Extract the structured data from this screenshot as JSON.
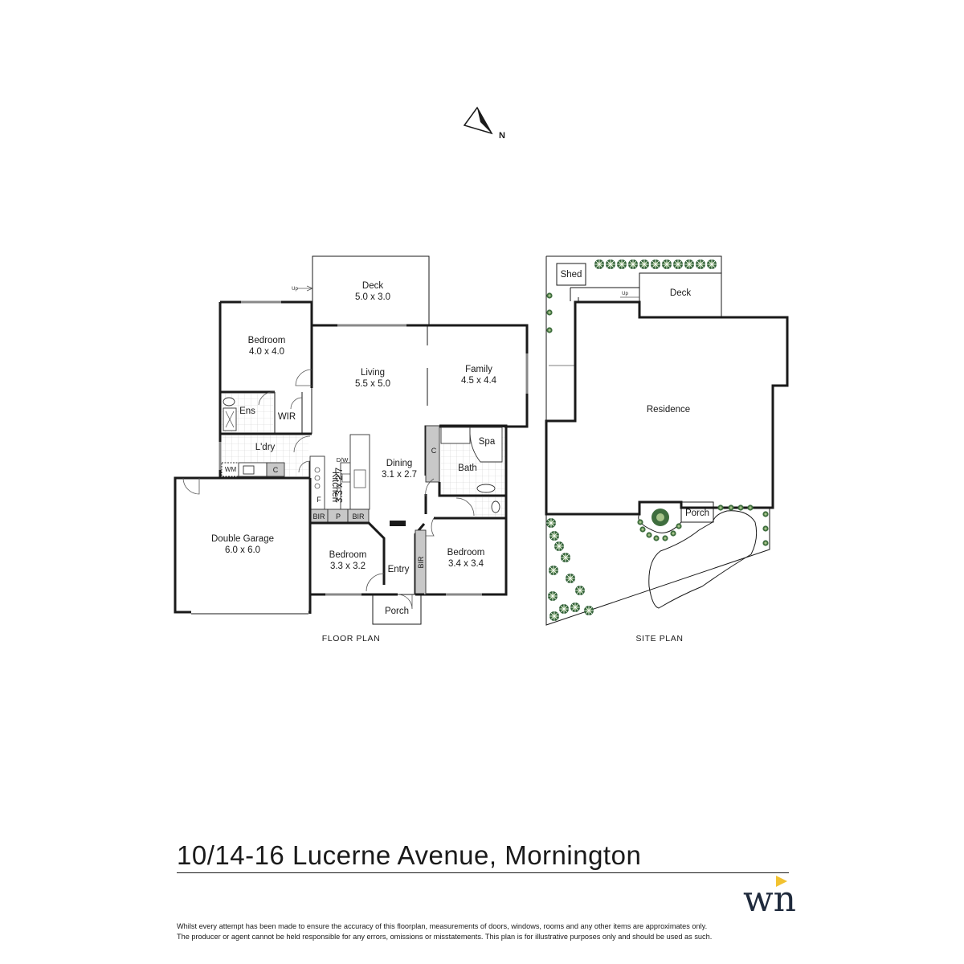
{
  "north": {
    "label": "N"
  },
  "floor_plan": {
    "caption": "FLOOR PLAN",
    "rooms": {
      "deck": {
        "name": "Deck",
        "dims": "5.0 x 3.0"
      },
      "bedroom1": {
        "name": "Bedroom",
        "dims": "4.0 x 4.0"
      },
      "living": {
        "name": "Living",
        "dims": "5.5 x 5.0"
      },
      "family": {
        "name": "Family",
        "dims": "4.5 x 4.4"
      },
      "ensuite": {
        "name": "Ens"
      },
      "wir": {
        "name": "WIR"
      },
      "laundry": {
        "name": "L'dry"
      },
      "wm": {
        "name": "WM"
      },
      "c_laundry": {
        "name": "C"
      },
      "kitchen": {
        "name": "Kitchen",
        "dims": "3.3 x 2.7"
      },
      "dw": {
        "name": "D/W"
      },
      "fridge": {
        "name": "F"
      },
      "dining": {
        "name": "Dining",
        "dims": "3.1 x 2.7"
      },
      "c_hall": {
        "name": "C"
      },
      "spa": {
        "name": "Spa"
      },
      "bath": {
        "name": "Bath"
      },
      "garage": {
        "name": "Double Garage",
        "dims": "6.0 x 6.0"
      },
      "bir1": {
        "name": "BIR"
      },
      "pantry": {
        "name": "P"
      },
      "bir2": {
        "name": "BIR"
      },
      "bedroom2": {
        "name": "Bedroom",
        "dims": "3.3 x 3.2"
      },
      "entry": {
        "name": "Entry"
      },
      "bir3": {
        "name": "BIR"
      },
      "bedroom3": {
        "name": "Bedroom",
        "dims": "3.4 x 3.4"
      },
      "porch": {
        "name": "Porch"
      },
      "up": {
        "name": "Up"
      }
    }
  },
  "site_plan": {
    "caption": "SITE PLAN",
    "shed": "Shed",
    "deck": "Deck",
    "up": "Up",
    "residence": "Residence",
    "porch": "Porch"
  },
  "address": "10/14-16 Lucerne Avenue, Mornington",
  "logo": {
    "text": "wn",
    "accent_color": "#f2c230",
    "color": "#1f2a3c"
  },
  "disclaimer": {
    "line1": "Whilst every attempt has been made to ensure the accuracy of this floorplan, measurements of doors, windows, rooms and any other items are approximates only.",
    "line2": "The producer or agent cannot be held responsible for any errors, omissions or misstatements. This plan is for illustrative purposes only and should be used as such."
  }
}
